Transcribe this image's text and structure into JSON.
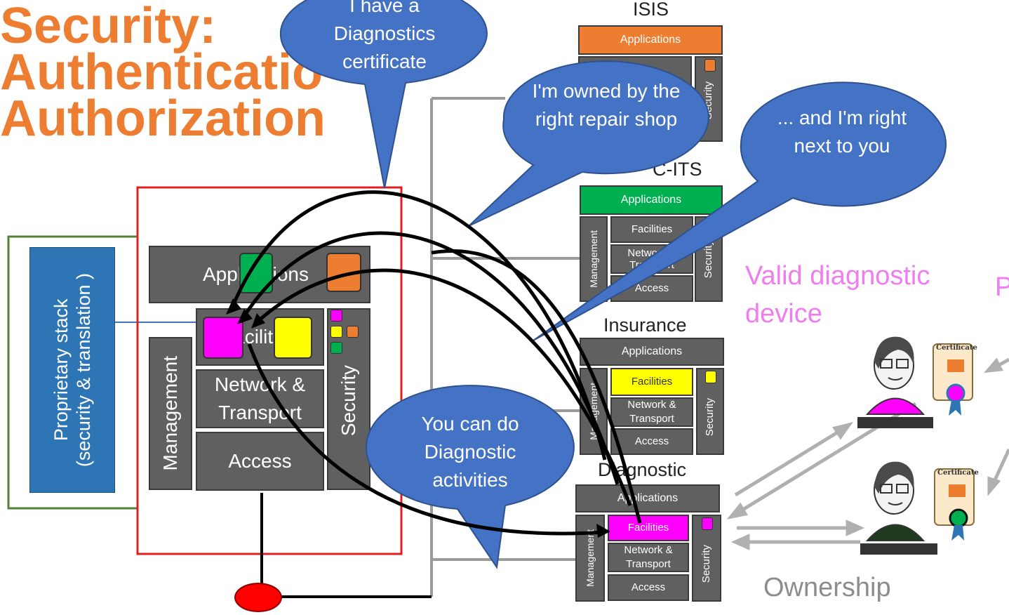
{
  "title": {
    "line1": "Security:",
    "line2": "Authenticatio",
    "line3": "Authorization"
  },
  "proprietary": {
    "line1": "Proprietary stack",
    "line2": "(security & translation )"
  },
  "main_stack": {
    "applications": "Applications",
    "facilities": "Facilities",
    "network_transport": "Network & Transport",
    "access": "Access",
    "management": "Management",
    "security": "Security"
  },
  "stacks": {
    "isis": {
      "title": "ISIS",
      "applications": "Applications",
      "security": "Security"
    },
    "cits": {
      "title": "C-ITS",
      "applications": "Applications",
      "facilities": "Facilities",
      "network_transport": "Network & Transport",
      "access": "Access",
      "management": "Management",
      "security": "Security"
    },
    "insurance": {
      "title": "Insurance",
      "applications": "Applications",
      "facilities": "Facilities",
      "network_transport": "Network & Transport",
      "access": "Access",
      "management": "Management",
      "security": "Security"
    },
    "diagnostic": {
      "title": "Diagnostic",
      "applications": "Applications",
      "facilities": "Facilities",
      "network_transport": "Network & Transport",
      "access": "Access",
      "management": "Management",
      "security": "Security"
    }
  },
  "bubbles": {
    "certificate": "I have a Diagnostics certificate",
    "owned": "I'm owned by the right repair shop",
    "next_to_you": "... and I'm right next to you",
    "diagnostic_activities": "You can do Diagnostic activities"
  },
  "labels": {
    "valid_device": "Valid diagnostic device",
    "ownership": "Ownership",
    "edge_letter": "P",
    "certificate": "Certificate"
  },
  "colors": {
    "title_orange": "#ED7D31",
    "bubble_blue": "#4472C4",
    "magenta": "#FF00FF",
    "yellow": "#FFFF00",
    "green": "#00B050",
    "orange": "#ED7D31",
    "red_border": "#E02020",
    "pink_text": "#F07CF0"
  }
}
